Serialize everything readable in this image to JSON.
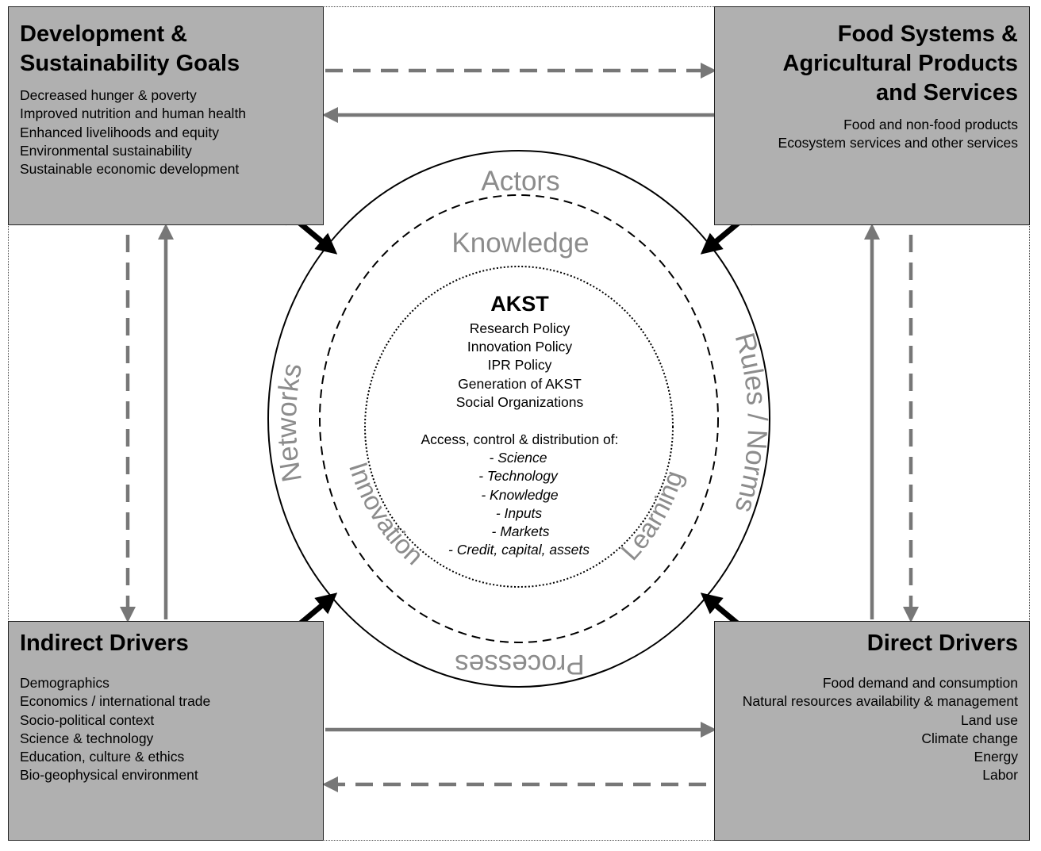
{
  "boxes": {
    "top_left": {
      "title_lines": [
        "Development &",
        "Sustainability Goals"
      ],
      "items": [
        "Decreased hunger & poverty",
        "Improved nutrition and human health",
        "Enhanced livelihoods and equity",
        "Environmental sustainability",
        "Sustainable economic development"
      ]
    },
    "top_right": {
      "title_lines": [
        "Food Systems &",
        "Agricultural Products",
        "and Services"
      ],
      "items": [
        "Food and non-food products",
        "Ecosystem services and other services"
      ]
    },
    "bottom_left": {
      "title_lines": [
        "Indirect Drivers"
      ],
      "items": [
        "Demographics",
        "Economics / international trade",
        "Socio-political context",
        "Science & technology",
        "Education, culture & ethics",
        "Bio-geophysical environment"
      ]
    },
    "bottom_right": {
      "title_lines": [
        "Direct Drivers"
      ],
      "items": [
        "Food demand and consumption",
        "Natural resources availability & management",
        "Land use",
        "Climate change",
        "Energy",
        "Labor"
      ]
    }
  },
  "ring_labels": {
    "actors": "Actors",
    "networks": "Networks",
    "rules_norms": "Rules / Norms",
    "processes": "Processes",
    "knowledge": "Knowledge",
    "innovation": "Innovation",
    "learning": "Learning"
  },
  "center": {
    "title": "AKST",
    "policies": [
      "Research Policy",
      "Innovation Policy",
      "IPR Policy",
      "Generation of AKST",
      "Social Organizations"
    ],
    "access_heading": "Access, control & distribution of:",
    "access_items": [
      "- Science",
      "- Technology",
      "- Knowledge",
      "- Inputs",
      "- Markets",
      "- Credit, capital, assets"
    ]
  },
  "colors": {
    "box_fill": "#b0b0b0",
    "arrow_gray": "#777777",
    "ring_label": "#8c8c8c",
    "double_arrow": "#000000"
  }
}
